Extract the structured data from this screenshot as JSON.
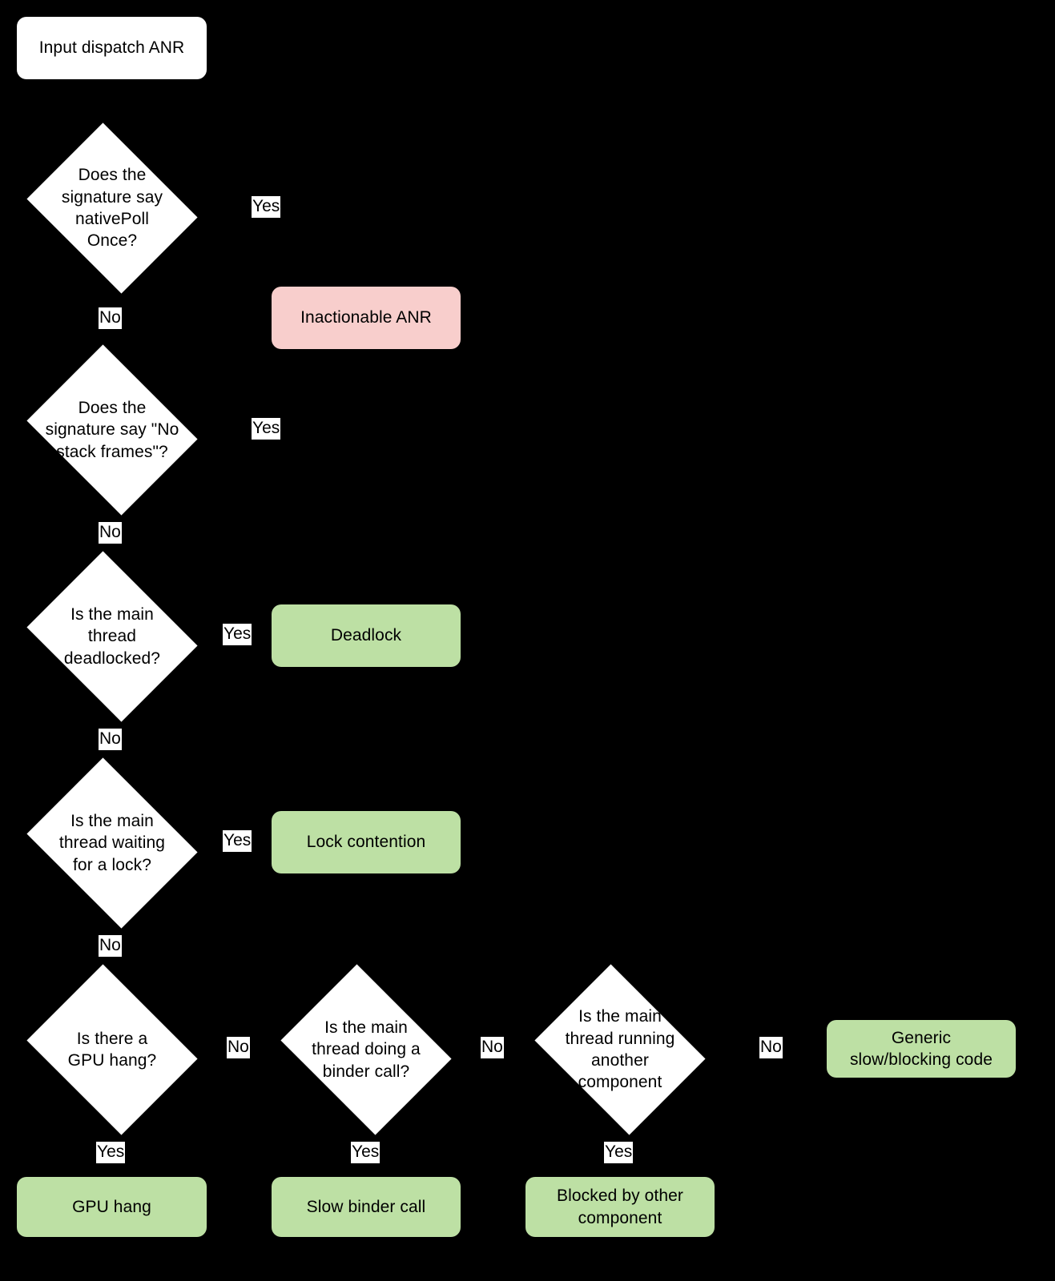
{
  "diagram": {
    "title": "Input dispatch ANR decision flowchart",
    "background_color": "#000000",
    "colors": {
      "process_fill": "#ffffff",
      "decision_fill": "#ffffff",
      "inactionable_fill": "#f8cecc",
      "outcome_fill": "#bde0a4",
      "edge_color": "#000000",
      "text_color": "#000000",
      "edge_label_bg": "#ffffff"
    }
  },
  "nodes": {
    "start": {
      "label": "Input dispatch ANR",
      "type": "process"
    },
    "d_native_poll": {
      "label": "Does the\nsignature say\nnativePoll\nOnce?",
      "type": "decision"
    },
    "inactionable": {
      "label": "Inactionable ANR",
      "type": "outcome-negative"
    },
    "d_no_stack_frames": {
      "label": "Does the\nsignature say \"No\nstack frames\"?",
      "type": "decision"
    },
    "d_deadlocked": {
      "label": "Is the main\nthread\ndeadlocked?",
      "type": "decision"
    },
    "deadlock": {
      "label": "Deadlock",
      "type": "outcome"
    },
    "d_waiting_lock": {
      "label": "Is the main\nthread waiting\nfor a lock?",
      "type": "decision"
    },
    "lock_contention": {
      "label": "Lock contention",
      "type": "outcome"
    },
    "d_gpu_hang": {
      "label": "Is there a\nGPU hang?",
      "type": "decision"
    },
    "gpu_hang": {
      "label": "GPU hang",
      "type": "outcome"
    },
    "d_binder_call": {
      "label": "Is the main\nthread doing a\nbinder call?",
      "type": "decision"
    },
    "slow_binder_call": {
      "label": "Slow binder call",
      "type": "outcome"
    },
    "d_other_component": {
      "label": "Is the main\nthread running\nanother\ncomponent",
      "type": "decision"
    },
    "blocked_other_component": {
      "label": "Blocked by other\ncomponent",
      "type": "outcome"
    },
    "generic_slow": {
      "label": "Generic\nslow/blocking code",
      "type": "outcome"
    }
  },
  "edge_labels": {
    "native_poll_yes": "Yes",
    "native_poll_no": "No",
    "no_stack_frames_yes": "Yes",
    "no_stack_frames_no": "No",
    "deadlocked_yes": "Yes",
    "deadlocked_no": "No",
    "waiting_lock_yes": "Yes",
    "waiting_lock_no": "No",
    "gpu_hang_yes": "Yes",
    "gpu_hang_no": "No",
    "binder_call_yes": "Yes",
    "binder_call_no": "No",
    "other_component_yes": "Yes",
    "other_component_no": "No"
  }
}
